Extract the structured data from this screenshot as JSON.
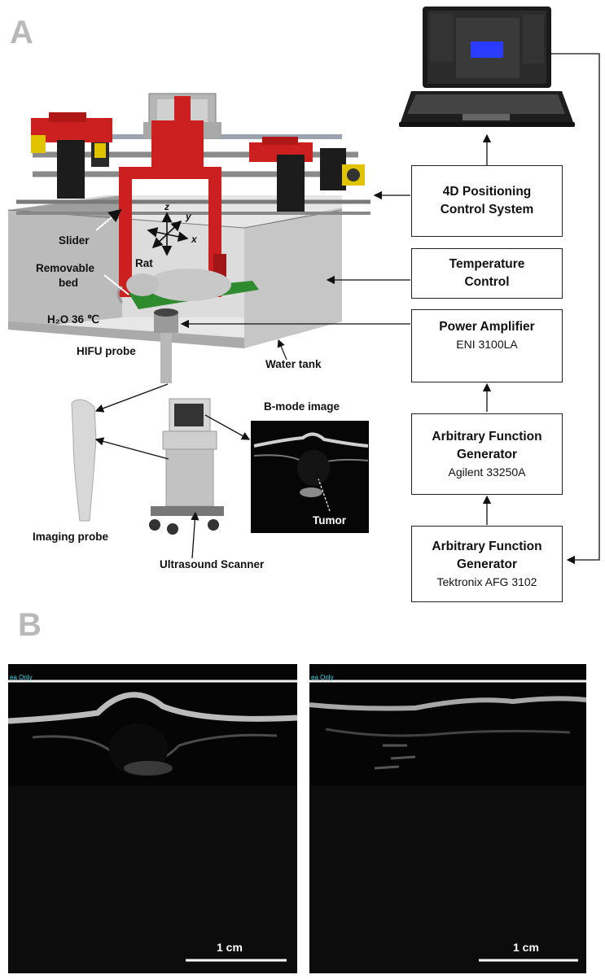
{
  "panels": {
    "a": "A",
    "b": "B"
  },
  "boxes": {
    "positioning": {
      "line1": "4D Positioning",
      "line2": "Control System"
    },
    "temperature": {
      "line1": "Temperature",
      "line2": "Control"
    },
    "amplifier": {
      "line1": "Power  Amplifier",
      "model": "ENI 3100LA"
    },
    "afg1": {
      "line1": "Arbitrary Function",
      "line2": "Generator",
      "model": "Agilent 33250A"
    },
    "afg2": {
      "line1": "Arbitrary Function",
      "line2": "Generator",
      "model": "Tektronix AFG 3102"
    }
  },
  "labels": {
    "slider": "Slider",
    "removable": "Removable",
    "bed": "bed",
    "rat": "Rat",
    "water": "H₂O 36 ℃",
    "hifu": "HIFU probe",
    "tank": "Water tank",
    "bmode": "B-mode image",
    "tumor": "Tumor",
    "imaging": "Imaging probe",
    "scanner": "Ultrasound Scanner",
    "axis_x": "x",
    "axis_y": "y",
    "axis_z": "z"
  },
  "ultrasound": {
    "left_scale": "1 cm",
    "right_scale": "1 cm",
    "left_corner": "ea Only",
    "right_corner": "ea Only"
  },
  "colors": {
    "frame_red": "#cc1f1f",
    "tank_gray": "#bdbdbd",
    "bed_green": "#2e8b2e",
    "screen_blue": "#2a3cff",
    "corner_cyan": "#3ad6e8"
  }
}
